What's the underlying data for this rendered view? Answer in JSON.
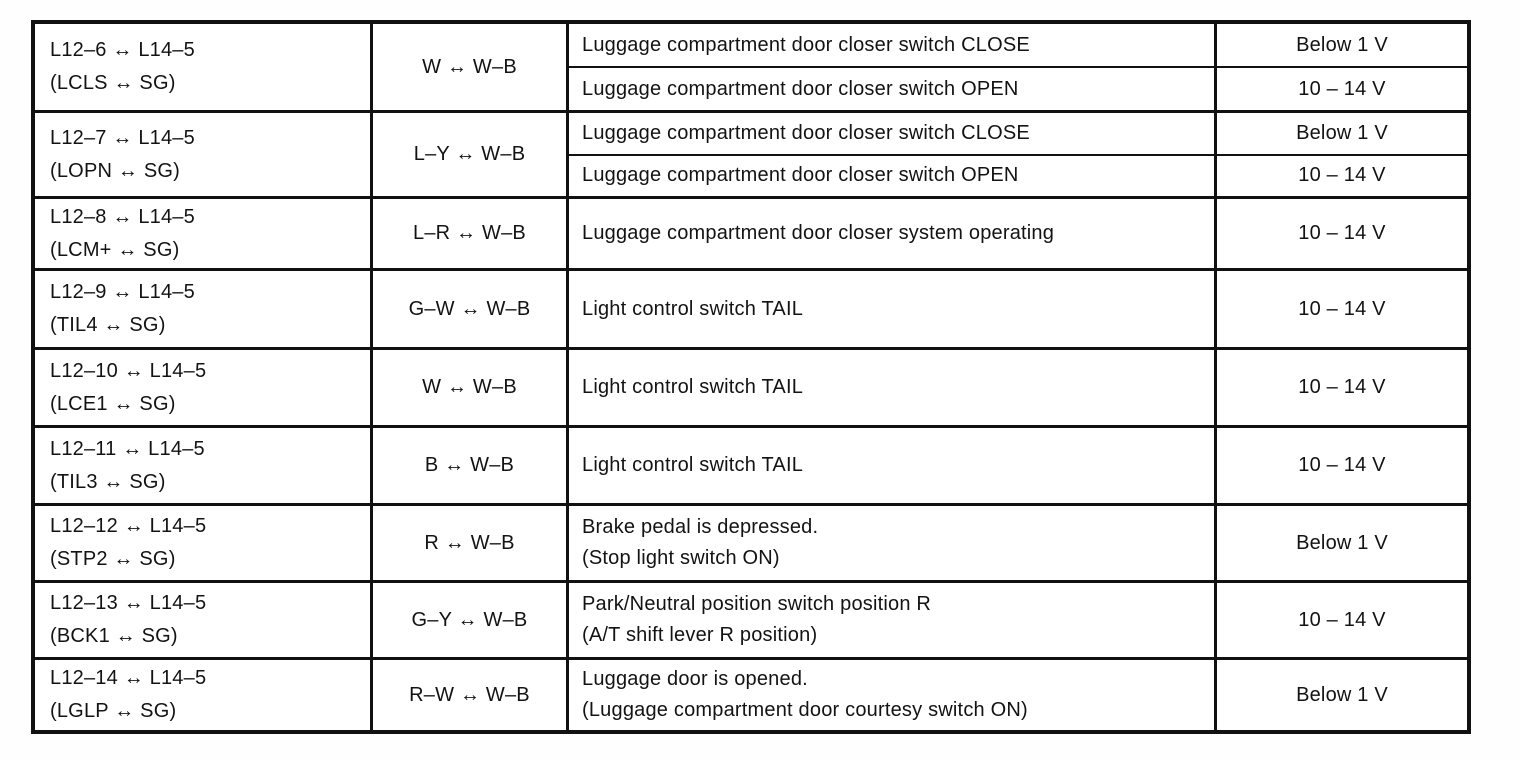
{
  "table": {
    "rows": [
      {
        "terminal": "L12–6 ↔ L14–5",
        "signal": "(LCLS ↔ SG)",
        "wire": "W ↔ W–B",
        "conditions": [
          {
            "line1": "Luggage compartment door closer switch CLOSE",
            "voltage": "Below 1 V"
          },
          {
            "line1": "Luggage compartment door closer switch OPEN",
            "voltage": "10 – 14 V"
          }
        ]
      },
      {
        "terminal": "L12–7 ↔ L14–5",
        "signal": "(LOPN ↔ SG)",
        "wire": "L–Y ↔ W–B",
        "conditions": [
          {
            "line1": "Luggage compartment door closer switch CLOSE",
            "voltage": "Below 1 V"
          },
          {
            "line1": "Luggage compartment door closer switch OPEN",
            "voltage": "10 – 14 V"
          }
        ]
      },
      {
        "terminal": "L12–8 ↔ L14–5",
        "signal": "(LCM+ ↔ SG)",
        "wire": "L–R ↔ W–B",
        "conditions": [
          {
            "line1": "Luggage compartment door closer system operating",
            "voltage": "10 – 14 V"
          }
        ]
      },
      {
        "terminal": "L12–9 ↔ L14–5",
        "signal": "(TIL4 ↔ SG)",
        "wire": "G–W ↔ W–B",
        "conditions": [
          {
            "line1": "Light control switch TAIL",
            "voltage": "10 – 14 V"
          }
        ]
      },
      {
        "terminal": "L12–10 ↔ L14–5",
        "signal": "(LCE1 ↔ SG)",
        "wire": "W ↔ W–B",
        "conditions": [
          {
            "line1": "Light control switch TAIL",
            "voltage": "10 – 14 V"
          }
        ]
      },
      {
        "terminal": "L12–11 ↔ L14–5",
        "signal": "(TIL3 ↔ SG)",
        "wire": "B ↔ W–B",
        "conditions": [
          {
            "line1": "Light control switch TAIL",
            "voltage": "10 – 14 V"
          }
        ]
      },
      {
        "terminal": "L12–12 ↔ L14–5",
        "signal": "(STP2 ↔ SG)",
        "wire": "R ↔ W–B",
        "conditions": [
          {
            "line1": "Brake pedal is depressed.",
            "line2": "(Stop light switch ON)",
            "voltage": "Below 1 V"
          }
        ]
      },
      {
        "terminal": "L12–13 ↔ L14–5",
        "signal": "(BCK1 ↔ SG)",
        "wire": "G–Y ↔ W–B",
        "conditions": [
          {
            "line1": "Park/Neutral position switch position R",
            "line2": "(A/T shift lever R position)",
            "voltage": "10 – 14 V"
          }
        ]
      },
      {
        "terminal": "L12–14 ↔ L14–5",
        "signal": "(LGLP ↔ SG)",
        "wire": "R–W ↔ W–B",
        "conditions": [
          {
            "line1": "Luggage door is opened.",
            "line2": "(Luggage compartment door courtesy switch ON)",
            "voltage": "Below 1 V"
          }
        ]
      }
    ]
  }
}
